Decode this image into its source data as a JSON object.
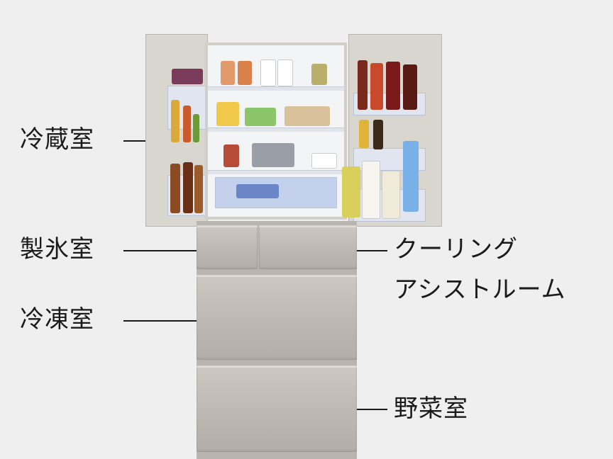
{
  "labels": {
    "refrigerator": "冷蔵室",
    "ice_maker": "製氷室",
    "freezer": "冷凍室",
    "cooling_assist_line1": "クーリング",
    "cooling_assist_line2": "アシストルーム",
    "vegetable": "野菜室"
  },
  "colors": {
    "background": "#efefef",
    "fridge_finish": "#c4bfb8",
    "text": "#1a1a1a"
  }
}
